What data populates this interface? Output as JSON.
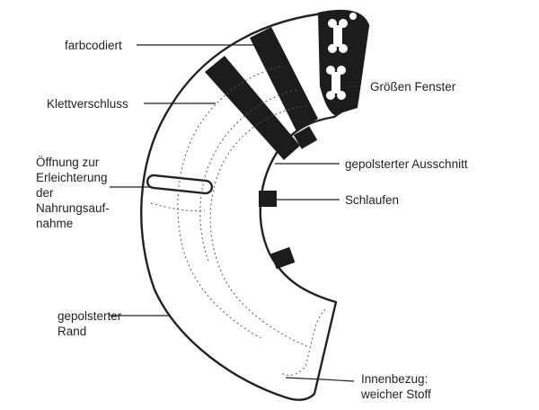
{
  "labels": {
    "color_coded": "farbcodiert",
    "velcro": "Klettverschluss",
    "feeding_opening": "Öffnung zur\nErleichterung\nder\nNahrungsauf-\nnahme",
    "padded_edge": "gepolsterter\nRand",
    "large_window": "Größen Fenster",
    "padded_cutout": "gepolsterter Ausschnitt",
    "loops": "Schlaufen",
    "inner_cover": "Innenbezug:\nweicher Stoff"
  },
  "colors": {
    "outline": "#222222",
    "fill_dark": "#1c1c1c",
    "background": "#ffffff",
    "dotted": "#555555",
    "bone": "#ffffff"
  },
  "icons": {
    "window_bones": "bone-icon",
    "hang_hole": "hole-icon"
  }
}
